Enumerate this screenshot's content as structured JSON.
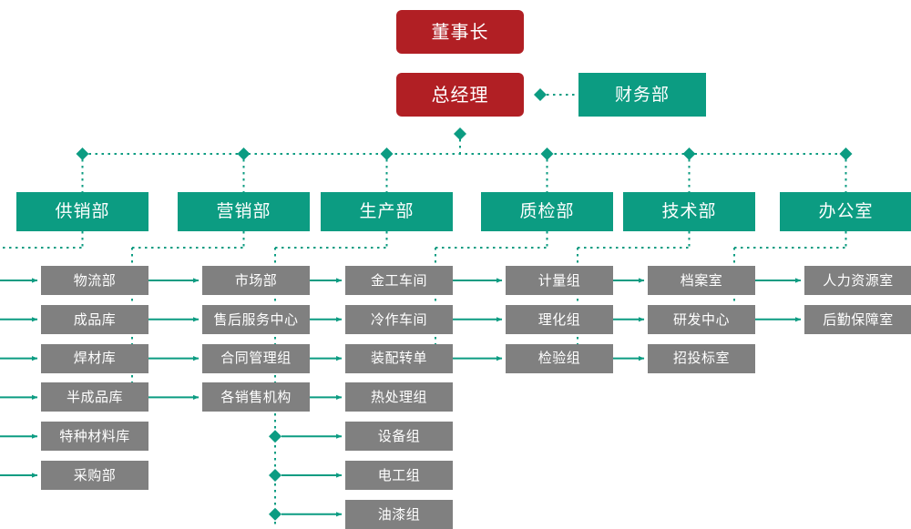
{
  "theme": {
    "exec_color": "#b11f24",
    "dept_color": "#0c9c82",
    "sub_color": "#808080",
    "connector_color": "#0c9c82",
    "background": "#ffffff",
    "text_color": "#ffffff"
  },
  "executives": [
    {
      "id": "chairman",
      "label": "董事长"
    },
    {
      "id": "general-manager",
      "label": "总经理"
    }
  ],
  "staff_unit": {
    "id": "finance",
    "label": "财务部"
  },
  "departments": [
    {
      "id": "supply-marketing",
      "label": "供销部",
      "children": [
        {
          "label": "物流部"
        },
        {
          "label": "成品库"
        },
        {
          "label": "焊材库"
        },
        {
          "label": "半成品库"
        },
        {
          "label": "特种材料库"
        },
        {
          "label": "采购部"
        }
      ]
    },
    {
      "id": "sales",
      "label": "营销部",
      "children": [
        {
          "label": "市场部"
        },
        {
          "label": "售后服务中心"
        },
        {
          "label": "合同管理组"
        },
        {
          "label": "各销售机构"
        }
      ]
    },
    {
      "id": "production",
      "label": "生产部",
      "children": [
        {
          "label": "金工车间"
        },
        {
          "label": "冷作车间"
        },
        {
          "label": "装配转单"
        },
        {
          "label": "热处理组"
        },
        {
          "label": "设备组"
        },
        {
          "label": "电工组"
        },
        {
          "label": "油漆组"
        }
      ]
    },
    {
      "id": "quality-inspection",
      "label": "质检部",
      "children": [
        {
          "label": "计量组"
        },
        {
          "label": "理化组"
        },
        {
          "label": "检验组"
        }
      ]
    },
    {
      "id": "technology",
      "label": "技术部",
      "children": [
        {
          "label": "档案室"
        },
        {
          "label": "研发中心"
        },
        {
          "label": "招投标室"
        }
      ]
    },
    {
      "id": "office",
      "label": "办公室",
      "children": [
        {
          "label": "人力资源室"
        },
        {
          "label": "后勤保障室"
        }
      ]
    }
  ]
}
